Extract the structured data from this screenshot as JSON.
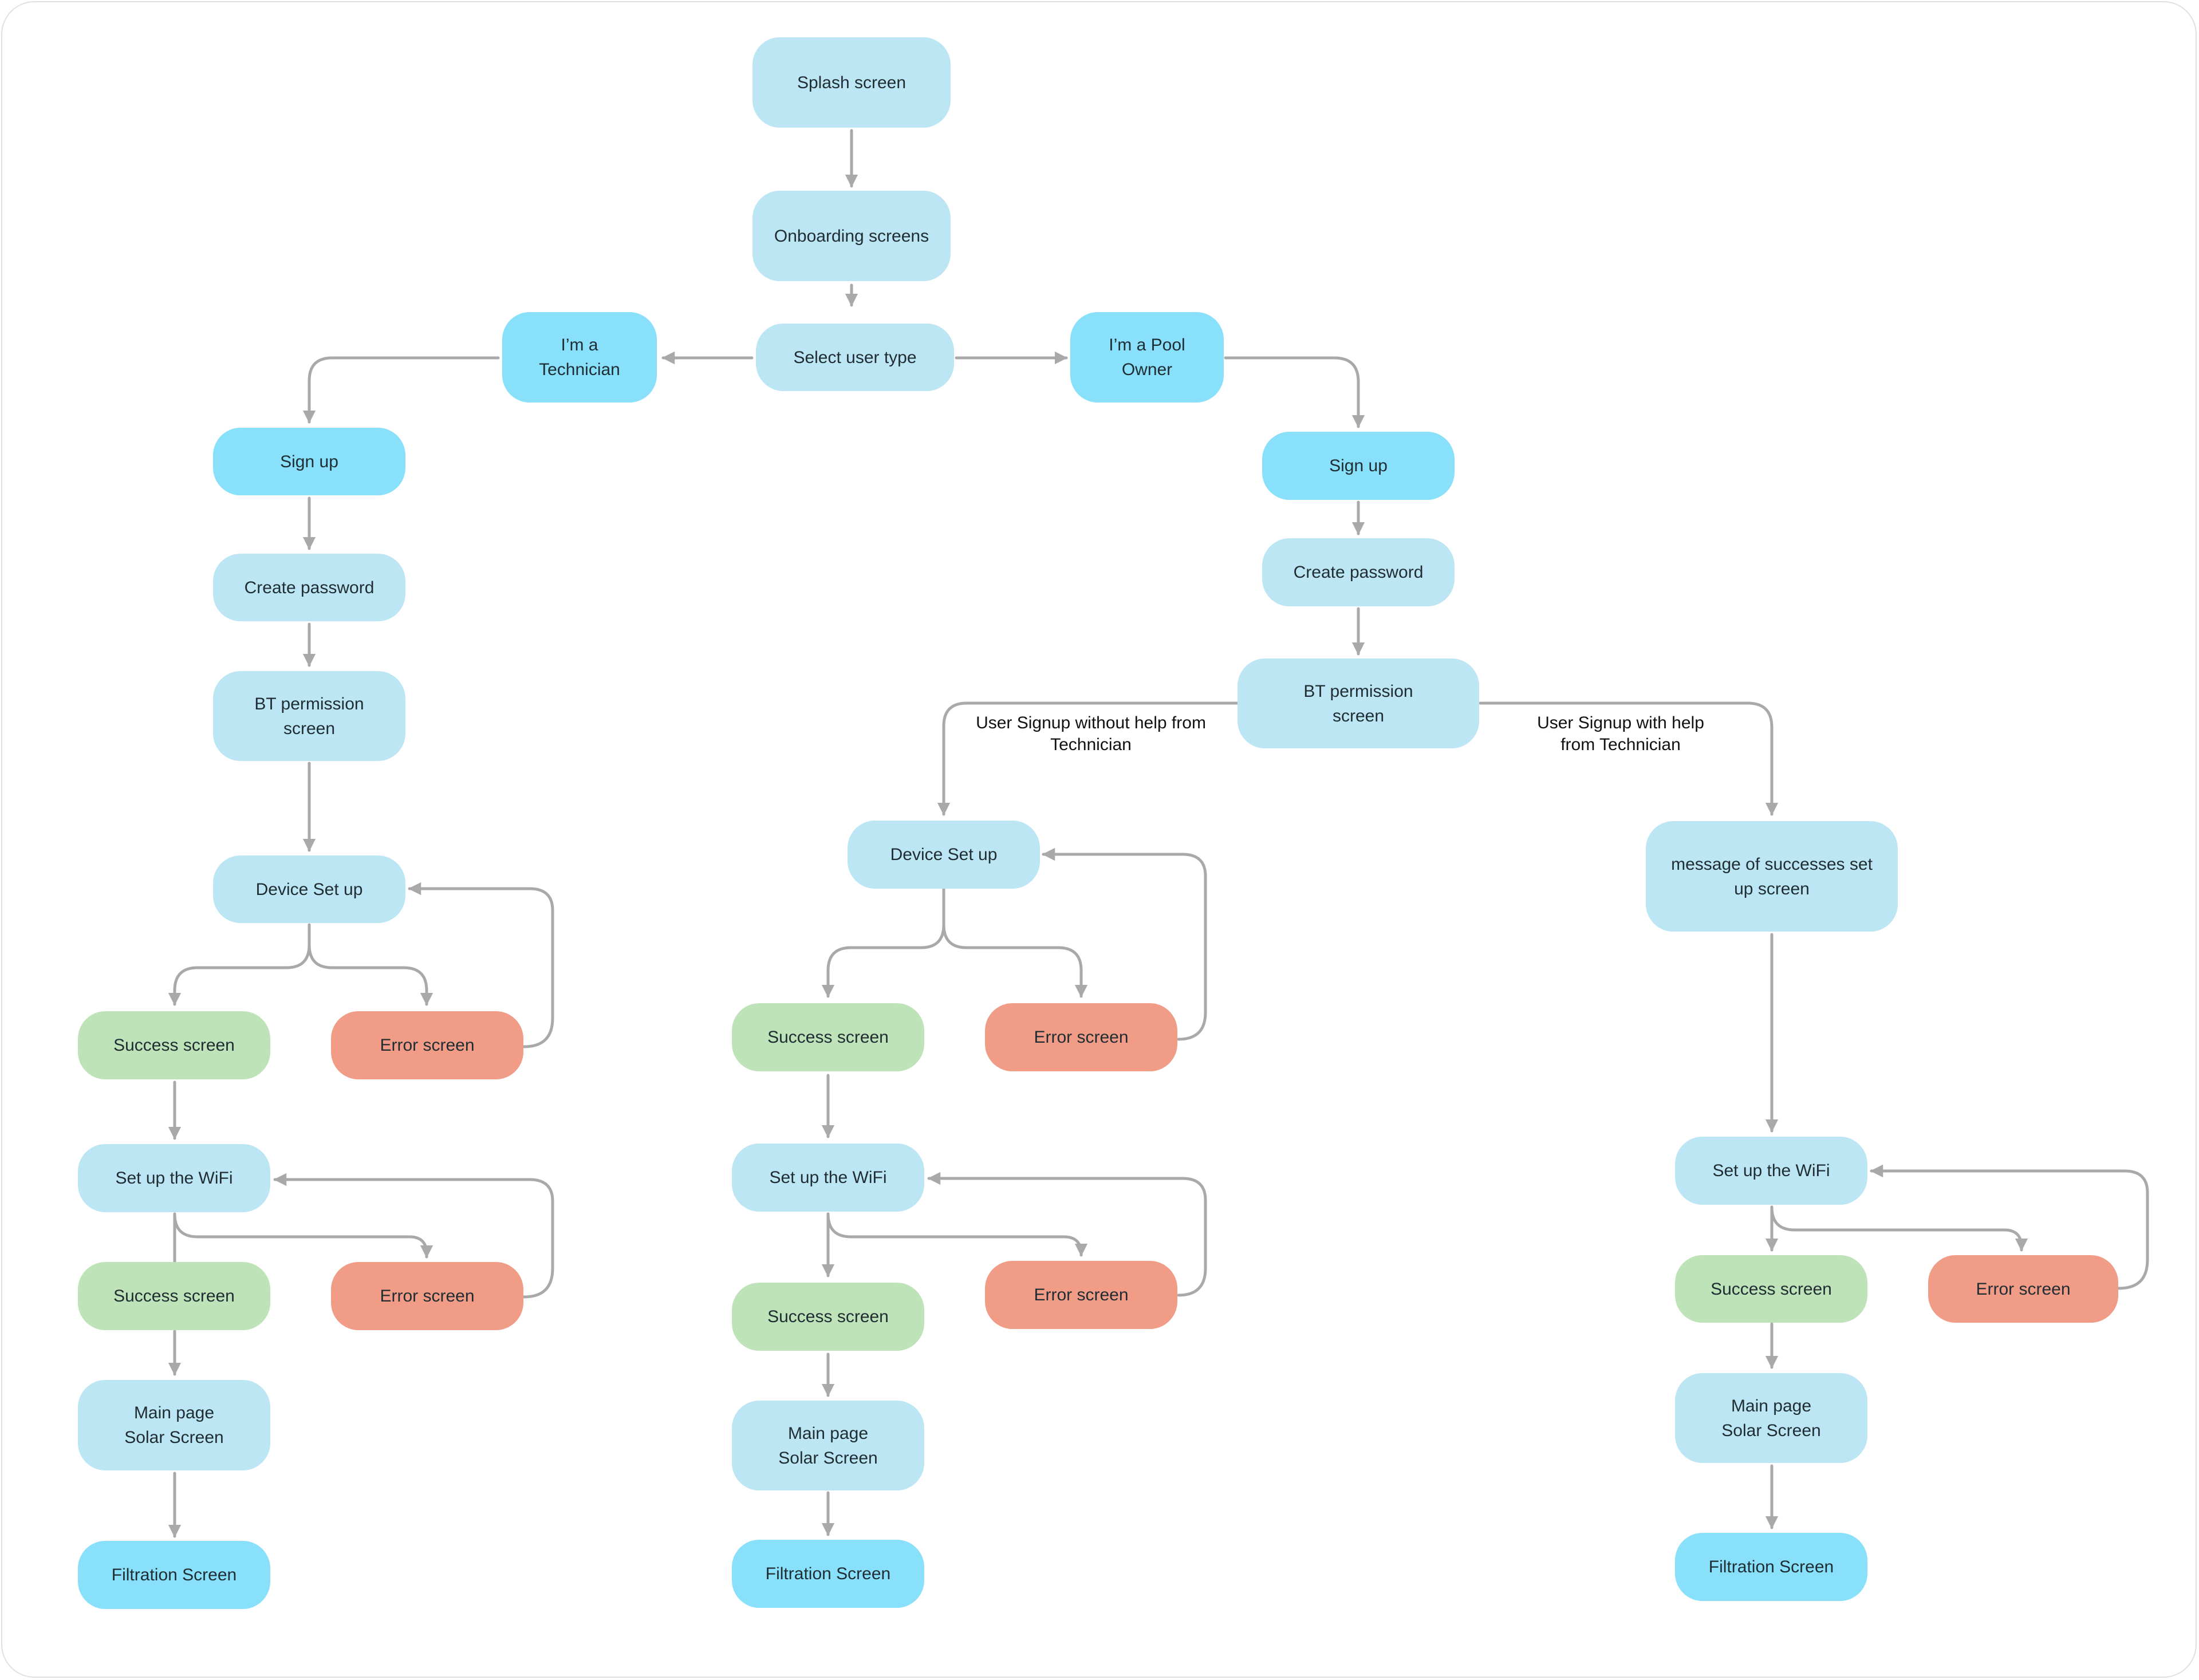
{
  "nodes": {
    "splash": "Splash screen",
    "onboarding": "Onboarding screens",
    "select_user_type": "Select user type",
    "technician": "I’m a\nTechnician",
    "pool_owner": "I’m a Pool\nOwner",
    "tech_signup": "Sign up",
    "tech_create_password": "Create password",
    "tech_bt_permission": "BT permission\nscreen",
    "tech_device_setup": "Device Set up",
    "tech_device_success": "Success screen",
    "tech_device_error": "Error screen",
    "tech_wifi": "Set up the WiFi",
    "tech_wifi_success": "Success screen",
    "tech_wifi_error": "Error screen",
    "tech_main": "Main page\nSolar Screen",
    "tech_filtration": "Filtration Screen",
    "owner_signup": "Sign up",
    "owner_create_password": "Create password",
    "owner_bt_permission": "BT permission\nscreen",
    "owner_device_setup": "Device Set up",
    "owner_device_success": "Success screen",
    "owner_device_error": "Error screen",
    "owner_wifi": "Set up the WiFi",
    "owner_wifi_success": "Success screen",
    "owner_wifi_error": "Error screen",
    "owner_main": "Main page\nSolar Screen",
    "owner_filtration": "Filtration Screen",
    "helped_message": "message of successes set\nup  screen",
    "helped_wifi": "Set up the WiFi",
    "helped_wifi_success": "Success screen",
    "helped_wifi_error": "Error screen",
    "helped_main": "Main page\nSolar Screen",
    "helped_filtration": "Filtration Screen"
  },
  "edge_labels": {
    "without_technician": "User Signup without help from\nTechnician",
    "with_technician": "User Signup with help\nfrom Technician"
  },
  "colors": {
    "screen": "#bde6f4",
    "entry": "#88e0fb",
    "success": "#bfe3b8",
    "error": "#f19c87",
    "connector": "#a9a9a9"
  }
}
